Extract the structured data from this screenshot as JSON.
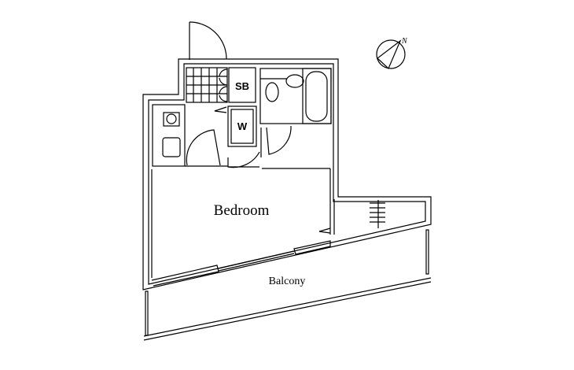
{
  "rooms": {
    "storage_box": "SB",
    "washer": "W",
    "bedroom": "Bedroom",
    "balcony": "Balcony"
  },
  "compass": {
    "north_label": "N"
  }
}
